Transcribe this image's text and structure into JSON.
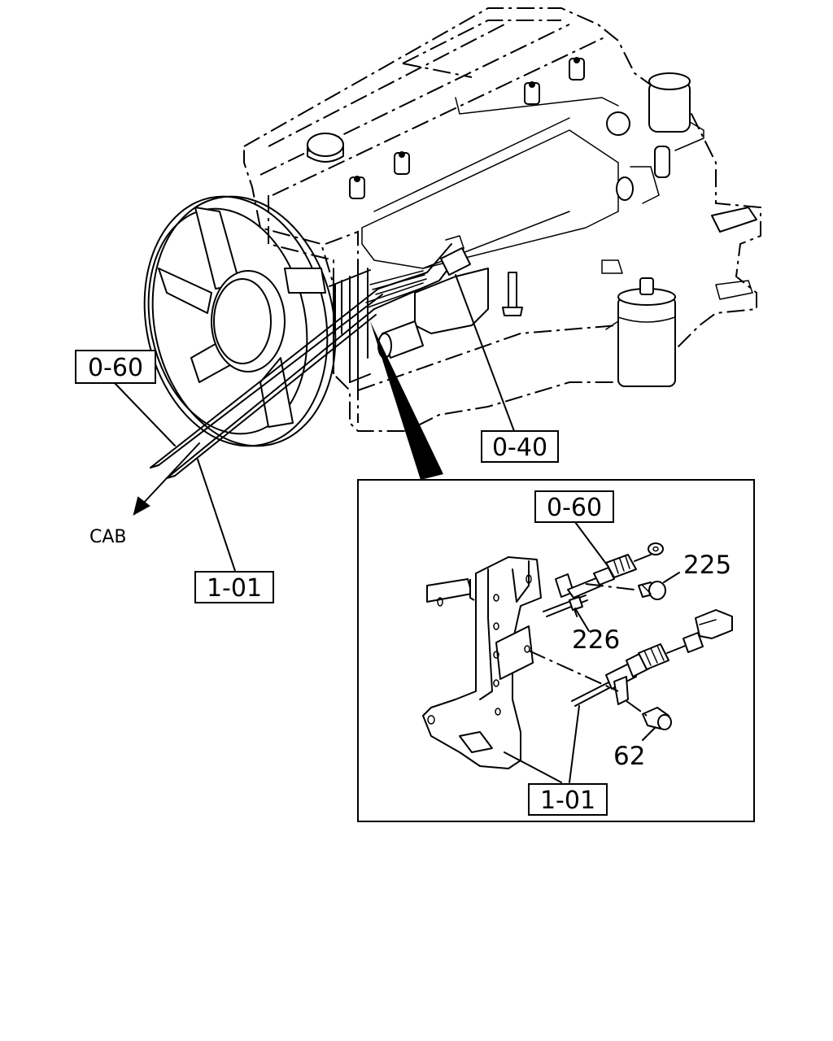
{
  "callouts": {
    "main_hose_ref": "0-60",
    "main_cable_ref": "1-01",
    "bracket_ref": "0-40",
    "detail_hose_ref": "0-60",
    "detail_cable_ref": "1-01"
  },
  "direction_label": "CAB",
  "part_numbers": {
    "bolt_upper": "225",
    "clip": "226",
    "bolt_lower": "62"
  }
}
